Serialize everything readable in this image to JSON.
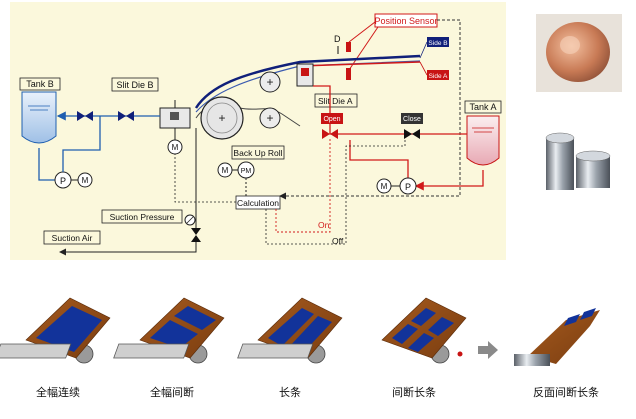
{
  "diagram": {
    "labels": {
      "position_sensor": "Position Sensor",
      "side_b": "Side B",
      "side_a": "Side A",
      "d_marker": "D",
      "tank_b": "Tank B",
      "tank_a": "Tank A",
      "slit_die_b": "Slit Die B",
      "slit_die_a": "Slit Die A",
      "back_up_roll": "Back Up Roll",
      "open": "Open",
      "close": "Close",
      "calculation": "Calculation",
      "suction_pressure": "Suction Pressure",
      "suction_air": "Suction Air",
      "on": "On",
      "off": "Off",
      "p": "P",
      "m": "M",
      "pm": "PM"
    },
    "colors": {
      "panel": "#fbf8dc",
      "red": "#d11a1a",
      "blue": "#1f5fb0",
      "navy": "#10207a",
      "dark": "#222222",
      "valve_red": "#c81414",
      "open_bg": "#c81414",
      "close_bg": "#333333"
    }
  },
  "photos": {
    "copper_foil": "copper-foil-roll",
    "aluminum_foil": "aluminum-foil-rolls"
  },
  "patterns": [
    {
      "caption": "全幅连续"
    },
    {
      "caption": "全幅间断"
    },
    {
      "caption": "长条"
    },
    {
      "caption": "间断长条"
    },
    {
      "caption": "反面间断长条"
    }
  ]
}
